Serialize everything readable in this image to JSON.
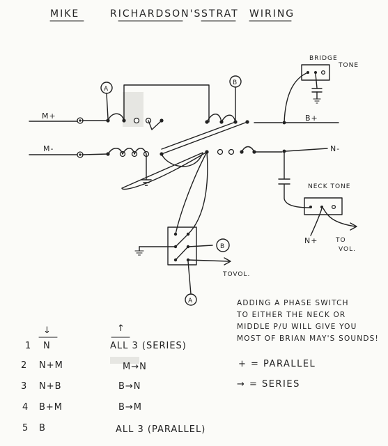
{
  "title": {
    "mike": "MIKE",
    "richardsons": "RICHARDSON'S",
    "strat": "STRAT",
    "wiring": "WIRING"
  },
  "labels": {
    "m_plus": "M+",
    "m_minus": "M-",
    "b_plus": "B+",
    "n_minus": "N-",
    "bridge": "BRIDGE",
    "tone": "TONE",
    "neck_tone": "NECK TONE",
    "n_plus": "N+",
    "to_vol_1": "TO",
    "to_vol_2": "VOL.",
    "tovol": "TOVOL.",
    "a": "A",
    "b": "B"
  },
  "note": [
    "ADDING A PHASE SWITCH",
    "TO EITHER THE NECK OR",
    "MIDDLE P/U WILL GIVE YOU",
    "MOST OF BRIAN MAY'S SOUNDS!"
  ],
  "table": {
    "arrow_down": "↓",
    "arrow_up": "↑",
    "rows": [
      {
        "num": "1",
        "combo": "N",
        "result": "ALL 3 (SERIES)"
      },
      {
        "num": "2",
        "combo": "N+M",
        "result": "M→N"
      },
      {
        "num": "3",
        "combo": "N+B",
        "result": "B→N"
      },
      {
        "num": "4",
        "combo": "B+M",
        "result": "B→M"
      },
      {
        "num": "5",
        "combo": "B",
        "result": "ALL 3 (PARALLEL)"
      }
    ]
  },
  "legend": {
    "parallel": "+ = PARALLEL",
    "series": "→ = SERIES"
  }
}
